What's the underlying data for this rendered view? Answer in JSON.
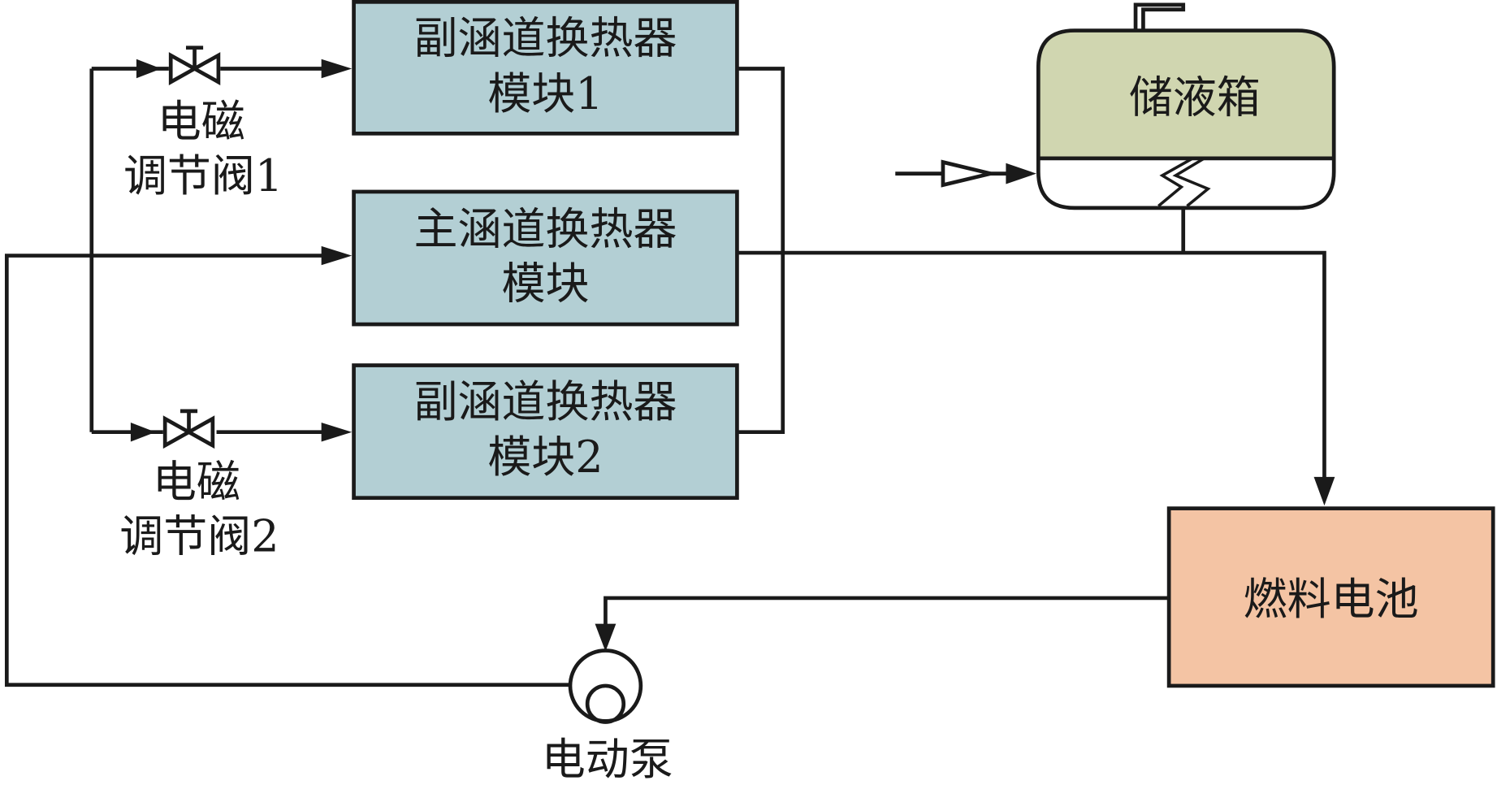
{
  "colors": {
    "heat_exchanger_fill": "#b3cfd4",
    "tank_fill": "#d0d6b0",
    "fuel_cell_fill": "#f4c4a4",
    "line": "#1a1a1a"
  },
  "components": {
    "hx_aux_1": {
      "line1": "副涵道换热器",
      "line2": "模块1"
    },
    "hx_main": {
      "line1": "主涵道换热器",
      "line2": "模块"
    },
    "hx_aux_2": {
      "line1": "副涵道换热器",
      "line2": "模块2"
    },
    "tank": {
      "label": "储液箱"
    },
    "fuel_cell": {
      "label": "燃料电池"
    },
    "pump": {
      "label": "电动泵"
    },
    "valve_1": {
      "line1": "电磁",
      "line2": "调节阀1"
    },
    "valve_2": {
      "line1": "电磁",
      "line2": "调节阀2"
    }
  }
}
